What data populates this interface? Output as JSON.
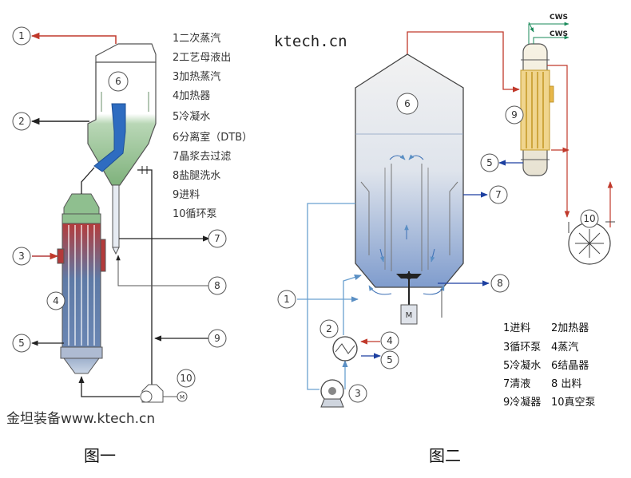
{
  "figure1": {
    "legend": [
      "1二次蒸汽",
      "2工艺母液出",
      "3加热蒸汽",
      "4加热器",
      "5冷凝水",
      "6分离室（DTB）",
      "7晶浆去过滤",
      "8盐腿洗水",
      "9进料",
      "10循环泵"
    ],
    "numbers": [
      "1",
      "2",
      "3",
      "4",
      "5",
      "6",
      "7",
      "8",
      "9",
      "10"
    ],
    "motor": "M",
    "watermark": "金坦装备www.ktech.cn",
    "caption": "图一"
  },
  "figure2": {
    "site": "ktech.cn",
    "cws_top": "CWS",
    "cws_bottom": "CWS",
    "motor": "M",
    "numbers": [
      "1",
      "2",
      "3",
      "4",
      "5",
      "6",
      "7",
      "8",
      "9",
      "10"
    ],
    "legend": [
      [
        "1进料",
        "2加热器"
      ],
      [
        "3循环泵",
        "4蒸汽"
      ],
      [
        "5冷凝水",
        "6结晶器"
      ],
      [
        "7清液",
        "8 出料"
      ],
      [
        "9冷凝器",
        "10真空泵"
      ]
    ],
    "caption": "图二"
  },
  "colors": {
    "steam_red": "#c0392b",
    "separator_green": "#8fbf8f",
    "heater_red": "#b33a3a",
    "tube_blue": "#2f6db5",
    "vessel_top": "#f3f3f3",
    "vessel_bottom": "#8aa6d4",
    "feed_blue": "#6aa0d0",
    "condenser_gold": "#e9c26a"
  }
}
